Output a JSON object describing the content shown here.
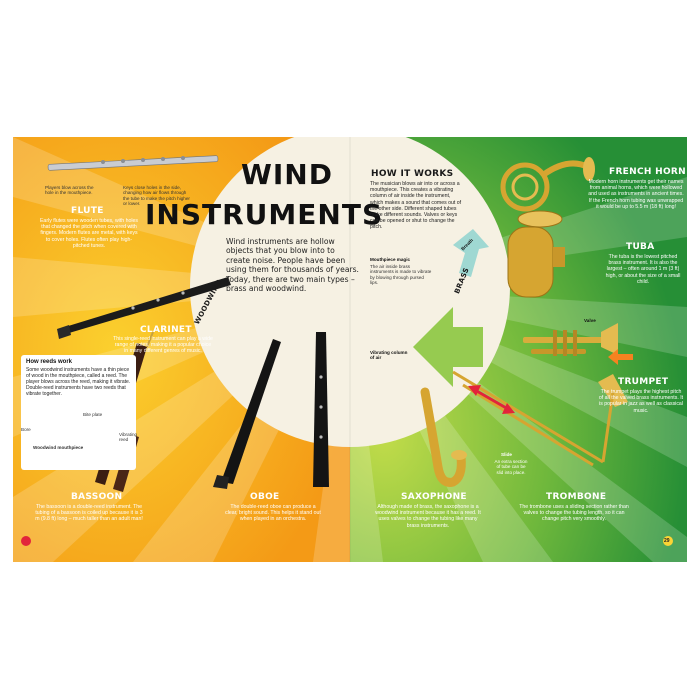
{
  "title": {
    "line1": "WIND",
    "line2": "INSTRUMENTS"
  },
  "intro": "Wind instruments are hollow objects that you blow into to create noise. People have been using them for thousands of years. Today, there are two main types – brass and woodwind.",
  "labels": {
    "woodwind": "WOODWIND",
    "brass": "BRASS"
  },
  "flute": {
    "heading": "FLUTE",
    "text": "Early flutes were wooden tubes, with holes that changed the pitch when covered with fingers. Modern flutes are metal, with keys to cover holes. Flutes often play high-pitched tunes.",
    "callout_mouth": "Players blow across the hole in the mouthpiece.",
    "callout_keys": "Keys close holes in the side, changing how air flows through the tube to make the pitch higher or lower."
  },
  "clarinet": {
    "heading": "CLARINET",
    "text": "This single-reed instrument can play a wide range of notes, making it a popular choice in many different genres of music."
  },
  "reeds": {
    "heading": "How reeds work",
    "text": "Some woodwind instruments have a thin piece of wood in the mouthpiece, called a reed. The player blows across the reed, making it vibrate. Double-reed instruments have two reeds that vibrate together.",
    "bite_plate": "Bite plate",
    "bore": "Bore",
    "vibrating_reed": "Vibrating reed",
    "mouthpiece": "Woodwind mouthpiece"
  },
  "bassoon": {
    "heading": "BASSOON",
    "text": "The bassoon is a double-reed instrument. The tubing of a bassoon is coiled up because it is 3 m (9.8 ft) long – much taller than an adult man!"
  },
  "oboe": {
    "heading": "OBOE",
    "text": "The double-reed oboe can produce a clear, bright sound. This helps it stand out when played in an orchestra."
  },
  "how_it_works": {
    "heading": "HOW IT WORKS",
    "text": "The musician blows air into or across a mouthpiece. This creates a vibrating column of air inside the instrument, which makes a sound that comes out of the other side. Different shaped tubes make different sounds. Valves or keys can be opened or shut to change the pitch.",
    "magic_heading": "Mouthpiece magic",
    "magic_text": "The air inside brass instruments is made to vibrate by blowing through pursed lips.",
    "breath": "Breath",
    "column": "Vibrating column of air"
  },
  "saxophone": {
    "heading": "SAXOPHONE",
    "text": "Although made of brass, the saxophone is a woodwind instrument because it has a reed. It uses valves to change the tubing like many brass instruments."
  },
  "trombone": {
    "heading": "TROMBONE",
    "text": "The trombone uses a sliding section rather than valves to change the tubing length, so it can change pitch very smoothly.",
    "slide_label": "Slide",
    "slide_text": "An extra section of tube can be slid into place."
  },
  "french_horn": {
    "heading": "FRENCH HORN",
    "text": "Modern horn instruments get their names from animal horns, which were hollowed and used as instruments in ancient times. If the French horn tubing was unwrapped it would be up to 5.5 m (18 ft) long!"
  },
  "tuba": {
    "heading": "TUBA",
    "text": "The tuba is the lowest pitched brass instrument. It is also the largest – often around 1 m (3 ft) high, or about the size of a small child."
  },
  "trumpet": {
    "heading": "TRUMPET",
    "text": "The trumpet plays the highest pitch of all the valved brass instruments. It is popular in jazz as well as classical music.",
    "valve": "Valve"
  },
  "page_number": "29",
  "colors": {
    "orange": "#f7a51c",
    "yellow": "#fbd435",
    "green_light": "#9fcf3a",
    "green_dark": "#2f9a3a",
    "cream": "#f6f1e3",
    "red": "#e2243b"
  }
}
